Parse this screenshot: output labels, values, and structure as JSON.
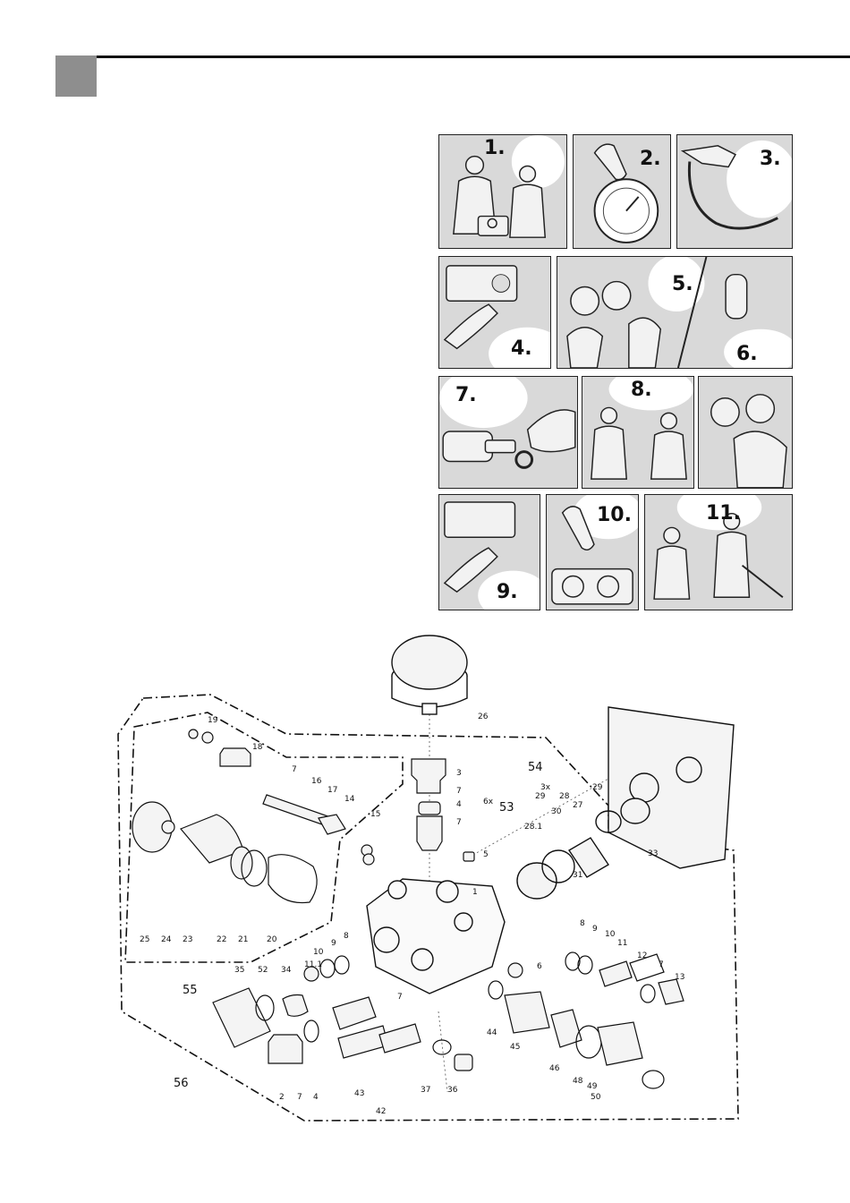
{
  "header": {
    "tab_color": "#8e8e8e"
  },
  "steps": [
    {
      "label": "1.",
      "icon": "technicians-icon"
    },
    {
      "label": "2.",
      "icon": "pressure-gauge-icon"
    },
    {
      "label": "3.",
      "icon": "spray-gun-icon"
    },
    {
      "label": "4.",
      "icon": "wrench-loosen-icon"
    },
    {
      "label": "5.",
      "icon": "valve-removal-icon"
    },
    {
      "label": "6.",
      "icon": "pliers-icon"
    },
    {
      "label": "7.",
      "icon": "seal-inspection-icon"
    },
    {
      "label": "8.",
      "icon": "technicians-icon"
    },
    {
      "label": "",
      "icon": "valve-insert-icon"
    },
    {
      "label": "9.",
      "icon": "wrench-tighten-icon"
    },
    {
      "label": "10.",
      "icon": "valve-check-icon"
    },
    {
      "label": "11.",
      "icon": "technician-spraying-icon"
    }
  ],
  "diagram": {
    "part_labels": [
      "26",
      "19",
      "18",
      "7",
      "16",
      "17",
      "14",
      "15",
      "3",
      "7",
      "4",
      "7",
      "5",
      "1",
      "54",
      "3x",
      "29",
      "28",
      "29",
      "27",
      "30",
      "28.1",
      "31",
      "33",
      "25",
      "24",
      "23",
      "22",
      "21",
      "20",
      "10",
      "9",
      "8",
      "11.1",
      "35",
      "52",
      "34",
      "6",
      "8",
      "9",
      "10",
      "11",
      "12",
      "7",
      "13",
      "7",
      "44",
      "45",
      "46",
      "48",
      "49",
      "50",
      "2",
      "7",
      "4",
      "43",
      "42",
      "37",
      "36"
    ],
    "group_labels": [
      "53",
      "6x",
      "55",
      "56"
    ]
  }
}
